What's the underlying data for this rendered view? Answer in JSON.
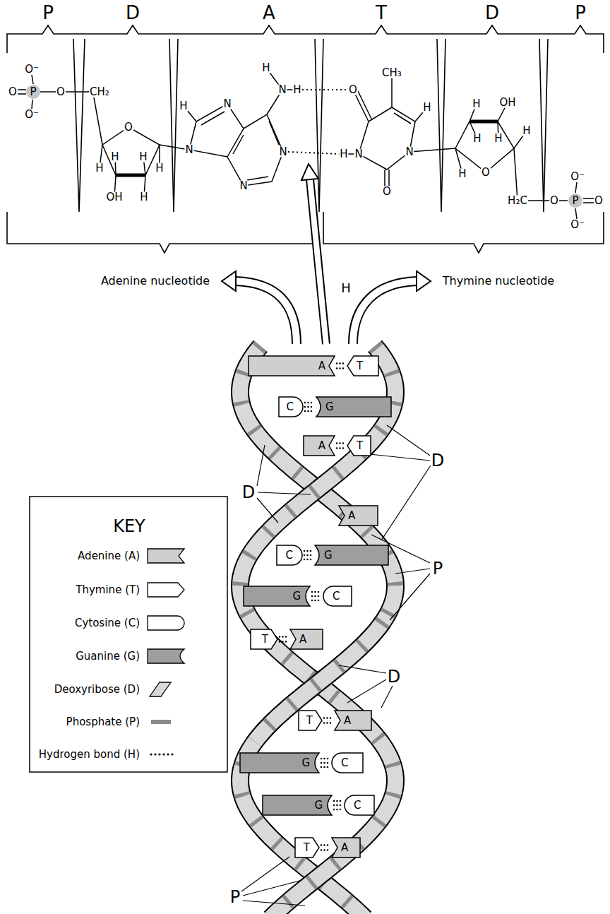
{
  "diagram": {
    "nodes": [
      {
        "text": [
          "A"
        ]
      },
      {
        "text": [
          "T"
        ]
      },
      {
        "text": [
          "C"
        ]
      },
      {
        "text": [
          "G"
        ]
      },
      {
        "text": [
          "A"
        ]
      },
      {
        "text": [
          "T"
        ]
      },
      {
        "text": [
          "A"
        ]
      },
      {
        "text": [
          "C"
        ]
      },
      {
        "text": [
          "G"
        ]
      },
      {
        "text": [
          "G"
        ]
      },
      {
        "text": [
          "C"
        ]
      },
      {
        "text": [
          "T"
        ]
      },
      {
        "text": [
          "A"
        ]
      },
      {
        "text": [
          "T"
        ]
      },
      {
        "text": [
          "A"
        ]
      },
      {
        "text": [
          "G"
        ]
      },
      {
        "text": [
          "C"
        ]
      },
      {
        "text": [
          "G"
        ]
      },
      {
        "text": [
          "C"
        ]
      },
      {
        "text": [
          "T"
        ]
      },
      {
        "text": [
          "A"
        ]
      }
    ],
    "edges": [
      {
        "from": 0,
        "to": 1,
        "arrow": "none"
      },
      {
        "from": 2,
        "to": 3,
        "arrow": "none"
      },
      {
        "from": 4,
        "to": 5,
        "arrow": "none"
      },
      {
        "from": 7,
        "to": 8,
        "arrow": "none"
      },
      {
        "from": 9,
        "to": 10,
        "arrow": "none"
      },
      {
        "from": 11,
        "to": 12,
        "arrow": "none"
      },
      {
        "from": 13,
        "to": 14,
        "arrow": "none"
      },
      {
        "from": 15,
        "to": 16,
        "arrow": "none"
      },
      {
        "from": 17,
        "to": 18,
        "arrow": "none"
      },
      {
        "from": 19,
        "to": 20,
        "arrow": "none"
      }
    ],
    "labels": [
      "P",
      "D",
      "A",
      "T",
      "D",
      "P",
      "O⁻",
      "O",
      "P",
      "O",
      "CH₂",
      "O⁻",
      "O",
      "H",
      "H",
      "H",
      "H",
      "OH",
      "H",
      "H",
      "N",
      "H",
      "N",
      "H",
      "N",
      "N",
      "N",
      "O",
      "CH₃",
      "H",
      "H",
      "N",
      "N",
      "O",
      "H",
      "OH",
      "H",
      "H",
      "H",
      "H",
      "O",
      "H₂C",
      "O⁻",
      "O",
      "P",
      "O",
      "O⁻",
      "Adenine nucleotide",
      "H",
      "Thymine nucleotide",
      "D",
      "D",
      "P",
      "D",
      "P",
      "KEY"
    ],
    "legend": [
      {
        "text": "Adenine (A)",
        "color": "#cfcfcf"
      },
      {
        "text": "Thymine (T)",
        "color": "#ffffff"
      },
      {
        "text": "Cytosine (C)",
        "color": "#ffffff"
      },
      {
        "text": "Guanine (G)",
        "color": "#9e9e9e"
      },
      {
        "text": "Deoxyribose (D)",
        "color": "#d9d9d9"
      },
      {
        "text": "Phosphate (P)",
        "color": "#8a8a8a"
      },
      {
        "text": "Hydrogen bond (H)"
      }
    ]
  }
}
